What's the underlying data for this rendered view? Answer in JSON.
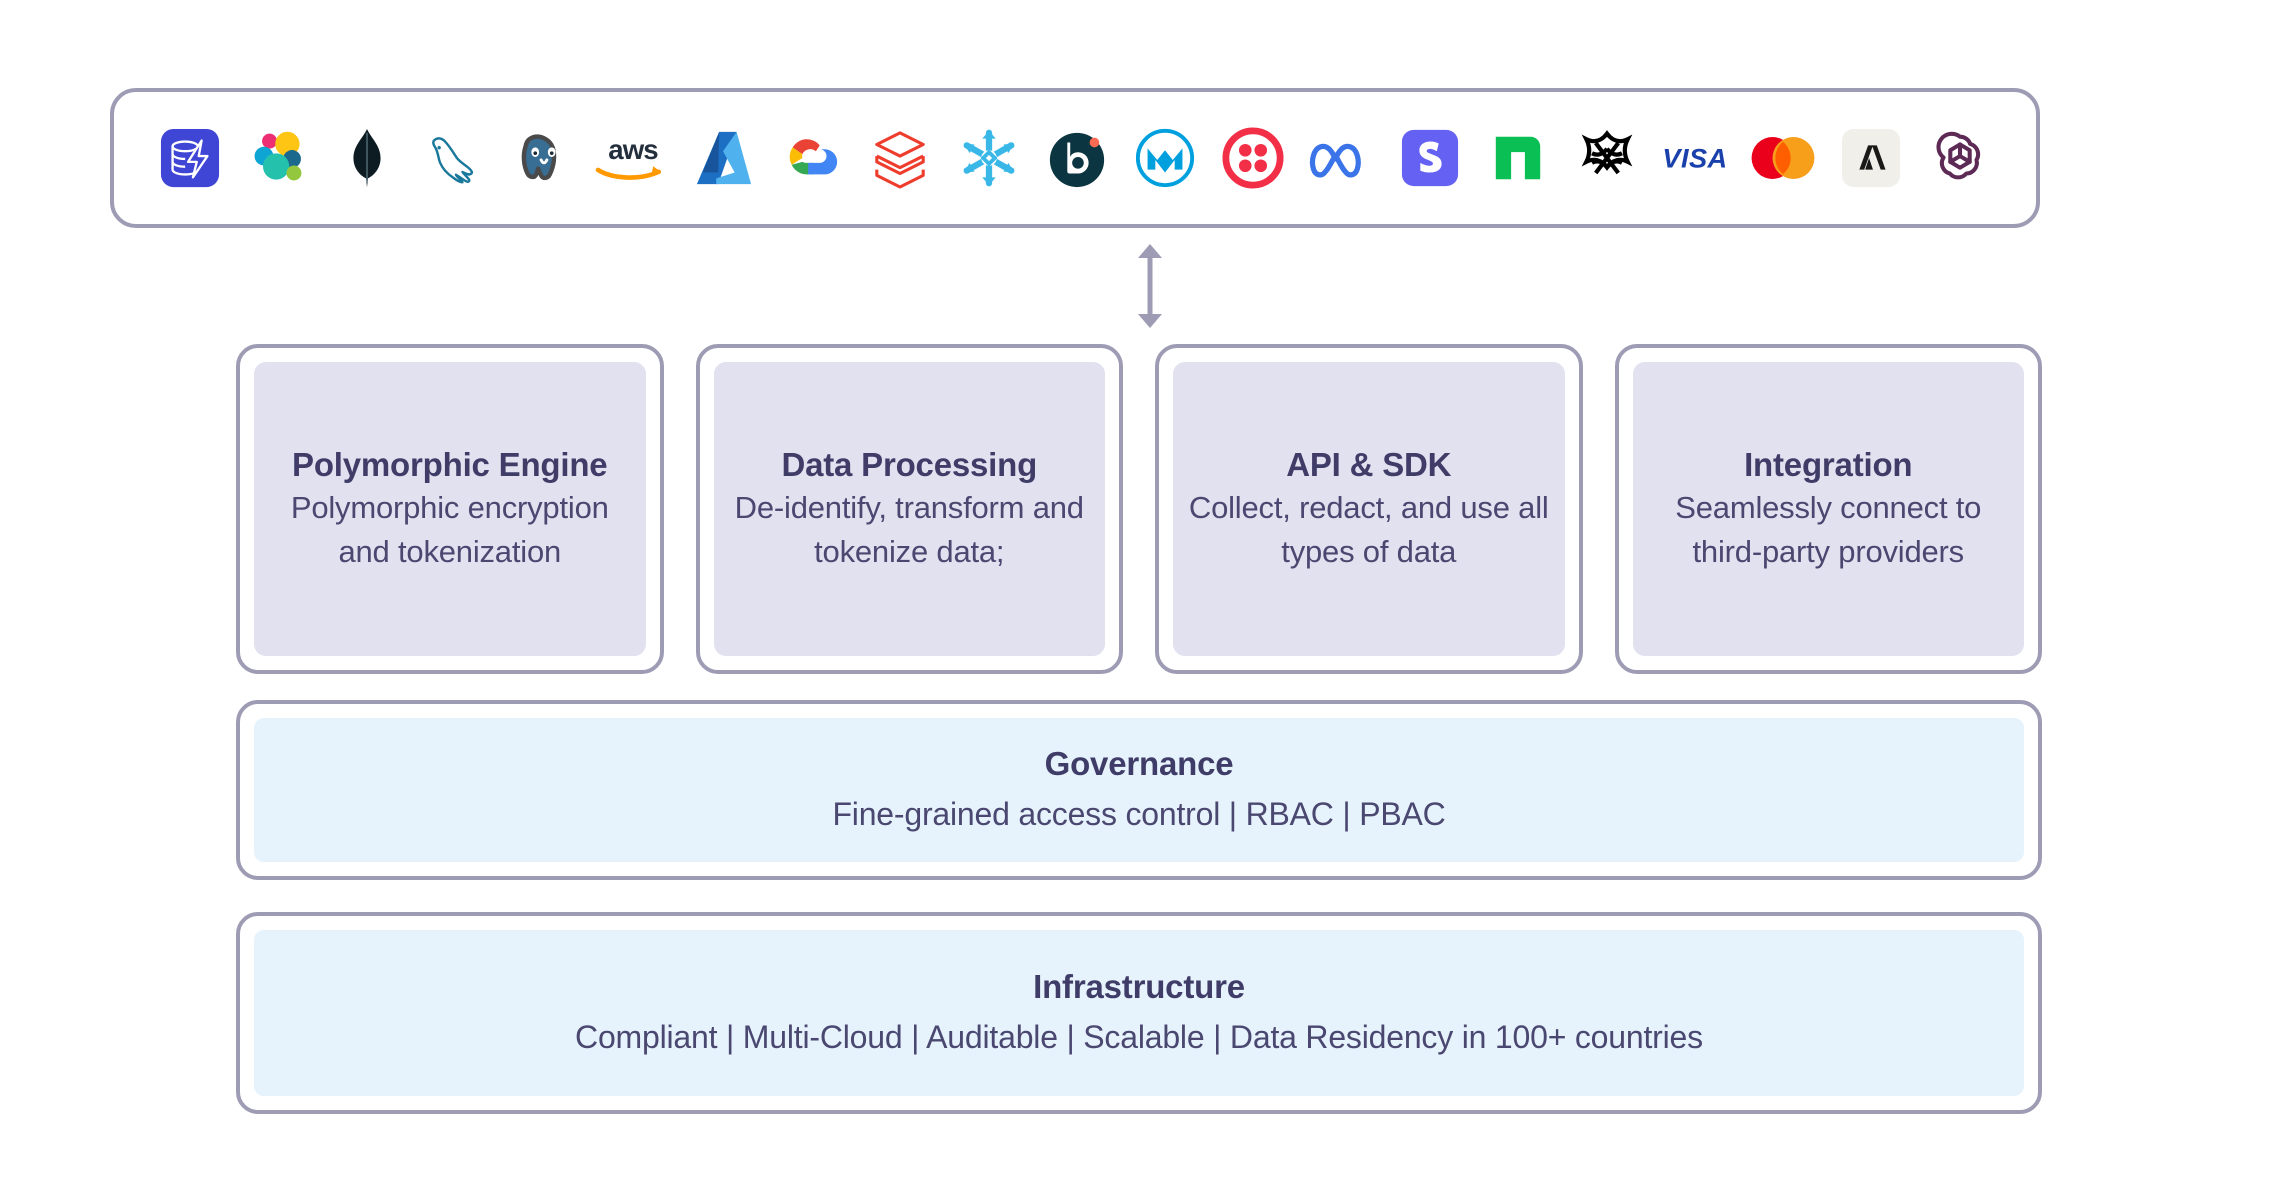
{
  "integrations": {
    "logos": [
      {
        "name": "skyflow-icon",
        "label": "Skyflow"
      },
      {
        "name": "elastic-icon",
        "label": "Elastic"
      },
      {
        "name": "mongodb-icon",
        "label": "MongoDB"
      },
      {
        "name": "mysql-icon",
        "label": "MySQL"
      },
      {
        "name": "postgresql-icon",
        "label": "PostgreSQL"
      },
      {
        "name": "aws-icon",
        "label": "aws"
      },
      {
        "name": "azure-icon",
        "label": "Microsoft Azure"
      },
      {
        "name": "google-cloud-icon",
        "label": "Google Cloud"
      },
      {
        "name": "databricks-icon",
        "label": "Databricks"
      },
      {
        "name": "snowflake-icon",
        "label": "Snowflake"
      },
      {
        "name": "braze-icon",
        "label": "Braze"
      },
      {
        "name": "mulesoft-icon",
        "label": "MuleSoft"
      },
      {
        "name": "twilio-icon",
        "label": "Twilio"
      },
      {
        "name": "meta-icon",
        "label": "Meta"
      },
      {
        "name": "stripe-icon",
        "label": "Stripe"
      },
      {
        "name": "adyen-icon",
        "label": "Adyen"
      },
      {
        "name": "bny-mellon-icon",
        "label": "BNY Mellon"
      },
      {
        "name": "visa-icon",
        "label": "VISA"
      },
      {
        "name": "mastercard-icon",
        "label": "Mastercard"
      },
      {
        "name": "anthropic-icon",
        "label": "Anthropic"
      },
      {
        "name": "openai-icon",
        "label": "OpenAI"
      }
    ]
  },
  "connector": {
    "name": "bidirectional-arrow",
    "direction": "vertical-double"
  },
  "cards": [
    {
      "title": "Polymorphic Engine",
      "desc": "Polymorphic encryption and tokenization"
    },
    {
      "title": "Data Processing",
      "desc": "De-identify, transform and tokenize data;"
    },
    {
      "title": "API & SDK",
      "desc": "Collect, redact, and use all types of data"
    },
    {
      "title": "Integration",
      "desc": "Seamlessly connect to third-party providers"
    }
  ],
  "governance": {
    "title": "Governance",
    "desc": "Fine-grained access control | RBAC | PBAC"
  },
  "infrastructure": {
    "title": "Infrastructure",
    "desc": "Compliant | Multi-Cloud | Auditable | Scalable  | Data Residency in 100+ countries"
  },
  "colors": {
    "border": "#9e9cb4",
    "card_fill": "#e1e1f0",
    "bar_fill": "#e6f2fc",
    "title_text": "#3f3d68",
    "body_text": "#4a4870",
    "background": "#ffffff"
  }
}
